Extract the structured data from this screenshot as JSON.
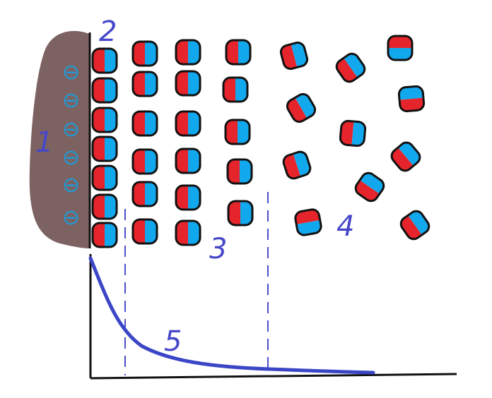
{
  "labels": {
    "electrode": "1",
    "layer": "2",
    "diffuse": "3",
    "bulk": "4",
    "curve": "5"
  },
  "charge_symbol": "⊖",
  "colors": {
    "electrode": "#7d6262",
    "charge": "#1f9ad6",
    "label": "#4747c9",
    "curve": "#3b46c7",
    "dipole_red": "#e5252b",
    "dipole_blue": "#12a8ee",
    "outline": "#111111"
  }
}
